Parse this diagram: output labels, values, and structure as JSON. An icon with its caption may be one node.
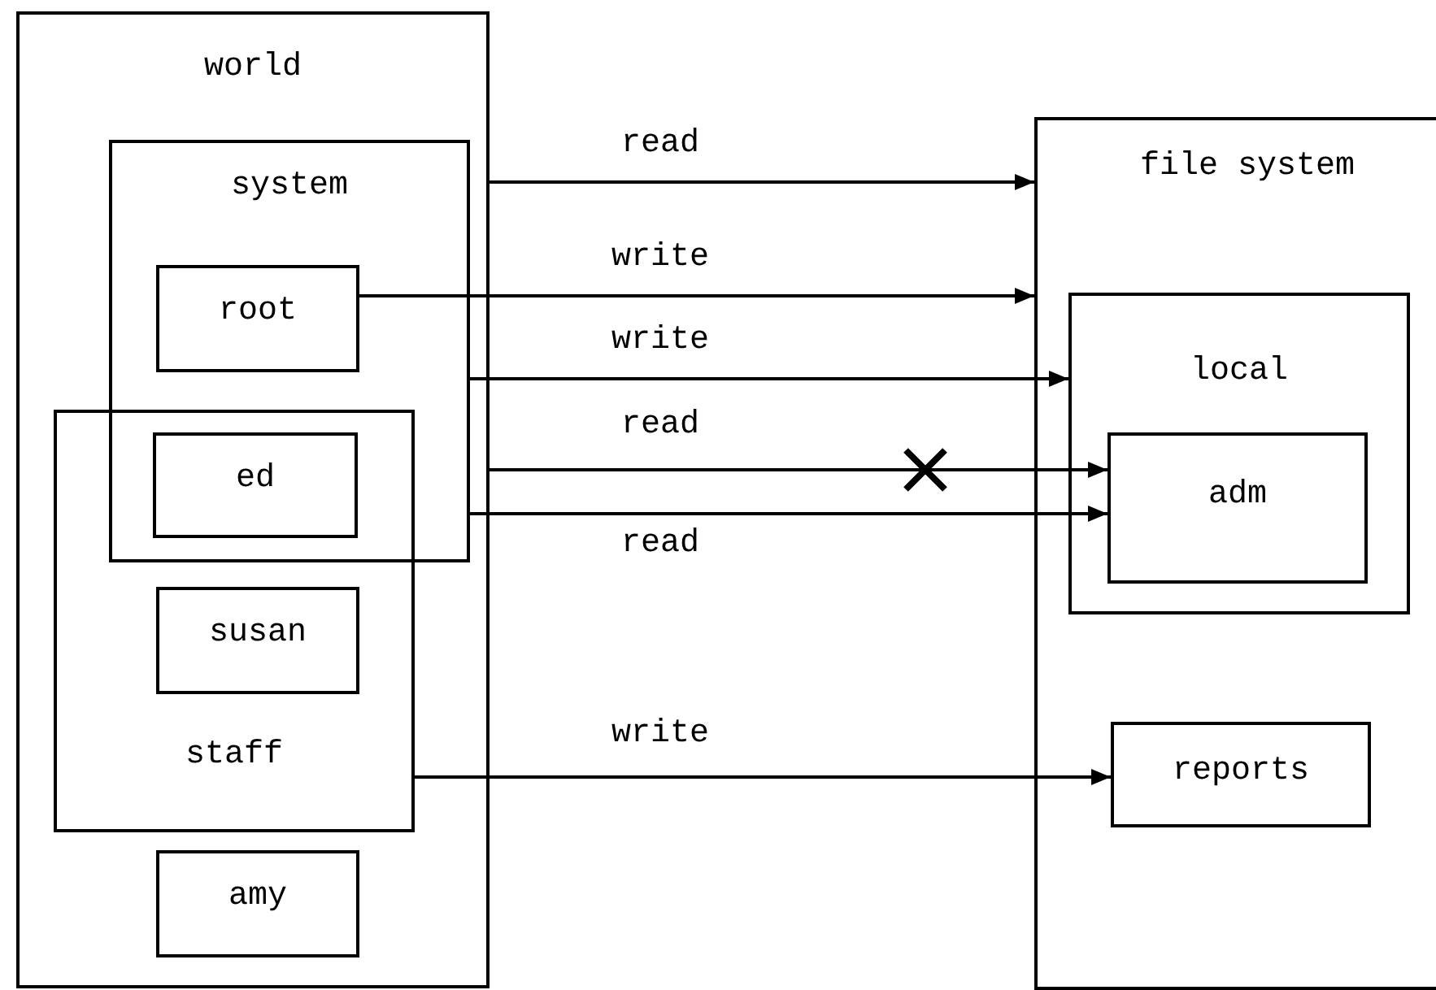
{
  "diagram": {
    "nodes": [
      {
        "text": [
          "world"
        ]
      },
      {
        "text": [
          "system"
        ],
        "in": 0
      },
      {
        "text": [
          "root"
        ],
        "in": 1
      },
      {
        "text": [
          "staff"
        ],
        "in": 0
      },
      {
        "text": [
          "ed"
        ]
      },
      {
        "text": [
          "susan"
        ],
        "in": 3
      },
      {
        "text": [
          "amy"
        ],
        "in": 0
      },
      {
        "text": [
          "file system"
        ]
      },
      {
        "text": [
          "local"
        ],
        "in": 7
      },
      {
        "text": [
          "adm"
        ],
        "in": 8
      },
      {
        "text": [
          "reports"
        ],
        "in": 7
      }
    ],
    "edges": [
      {
        "from": 0,
        "to": 7,
        "arrow": "to",
        "label": "read"
      },
      {
        "from": 2,
        "to": 7,
        "arrow": "to",
        "label": "write"
      },
      {
        "from": 1,
        "to": 8,
        "arrow": "to",
        "label": "write"
      },
      {
        "from": 0,
        "to": 9,
        "arrow": "to",
        "label": "read"
      },
      {
        "from": 1,
        "to": 9,
        "arrow": "to",
        "label": "read"
      },
      {
        "from": 3,
        "to": 10,
        "arrow": "to",
        "label": "write"
      }
    ]
  }
}
